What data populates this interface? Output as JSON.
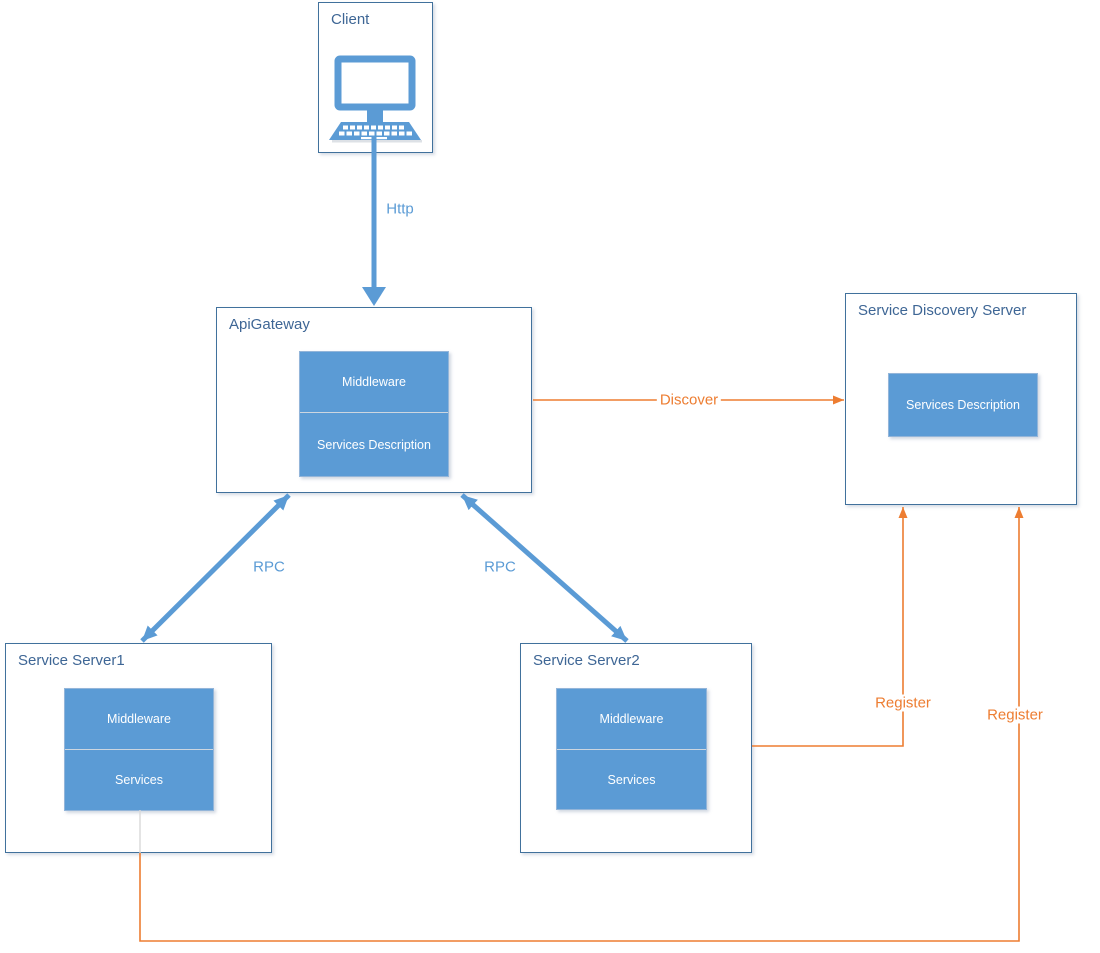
{
  "nodes": {
    "client": {
      "title": "Client"
    },
    "api_gateway": {
      "title": "ApiGateway",
      "middleware": "Middleware",
      "services_description": "Services Description"
    },
    "discovery": {
      "title": "Service Discovery Server",
      "services_description": "Services Description"
    },
    "server1": {
      "title": "Service Server1",
      "middleware": "Middleware",
      "services": "Services"
    },
    "server2": {
      "title": "Service Server2",
      "middleware": "Middleware",
      "services": "Services"
    }
  },
  "edges": {
    "http": {
      "label": "Http",
      "from": "Client",
      "to": "ApiGateway",
      "color": "#5B9BD5",
      "direction": "one-way"
    },
    "discover": {
      "label": "Discover",
      "from": "ApiGateway",
      "to": "Service Discovery Server",
      "color": "#ED7D31",
      "direction": "one-way"
    },
    "rpc_left": {
      "label": "RPC",
      "from": "ApiGateway",
      "to": "Service Server1",
      "color": "#5B9BD5",
      "direction": "two-way"
    },
    "rpc_right": {
      "label": "RPC",
      "from": "ApiGateway",
      "to": "Service Server2",
      "color": "#5B9BD5",
      "direction": "two-way"
    },
    "register_server2": {
      "label": "Register",
      "from": "Service Server2",
      "to": "Service Discovery Server",
      "color": "#ED7D31",
      "direction": "one-way"
    },
    "register_server1": {
      "label": "Register",
      "from": "Service Server1",
      "to": "Service Discovery Server",
      "color": "#ED7D31",
      "direction": "one-way"
    }
  },
  "icons": {
    "client": "computer-icon"
  },
  "colors": {
    "node_border": "#41719C",
    "node_fill": "#FFFFFF",
    "inner_box_fill": "#5B9BD5",
    "inner_box_text": "#FFFFFF",
    "title_text": "#3E6695",
    "accent_blue": "#5B9BD5",
    "accent_orange": "#ED7D31"
  }
}
